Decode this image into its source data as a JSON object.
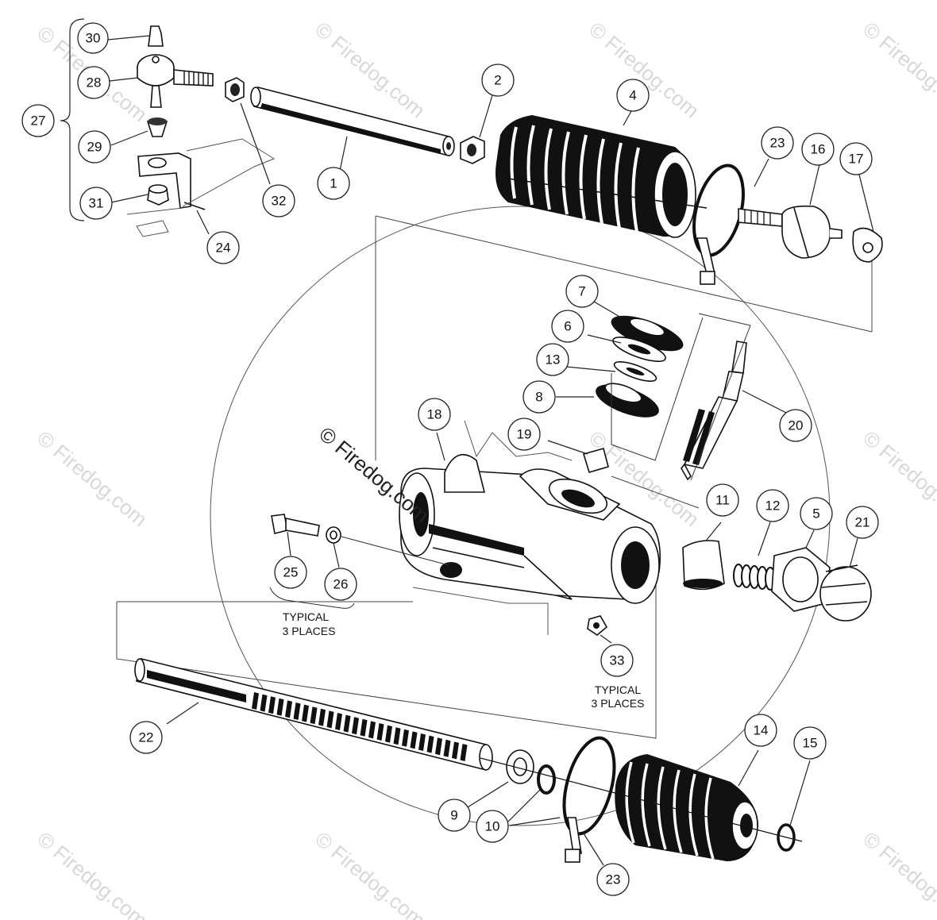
{
  "callouts": {
    "c1": "1",
    "c2": "2",
    "c4": "4",
    "c5": "5",
    "c6": "6",
    "c7": "7",
    "c8": "8",
    "c9": "9",
    "c10": "10",
    "c11": "11",
    "c12": "12",
    "c13": "13",
    "c14": "14",
    "c15": "15",
    "c16": "16",
    "c17": "17",
    "c18": "18",
    "c19": "19",
    "c20": "20",
    "c21": "21",
    "c22": "22",
    "c23a": "23",
    "c23b": "23",
    "c24": "24",
    "c25": "25",
    "c26": "26",
    "c27": "27",
    "c28": "28",
    "c29": "29",
    "c30": "30",
    "c31": "31",
    "c32": "32",
    "c33": "33"
  },
  "notes": {
    "typical_left_line1": "TYPICAL",
    "typical_left_line2": "3 PLACES",
    "typical_right_line1": "TYPICAL",
    "typical_right_line2": "3 PLACES"
  },
  "watermark": {
    "text": "© Firedog.com"
  }
}
